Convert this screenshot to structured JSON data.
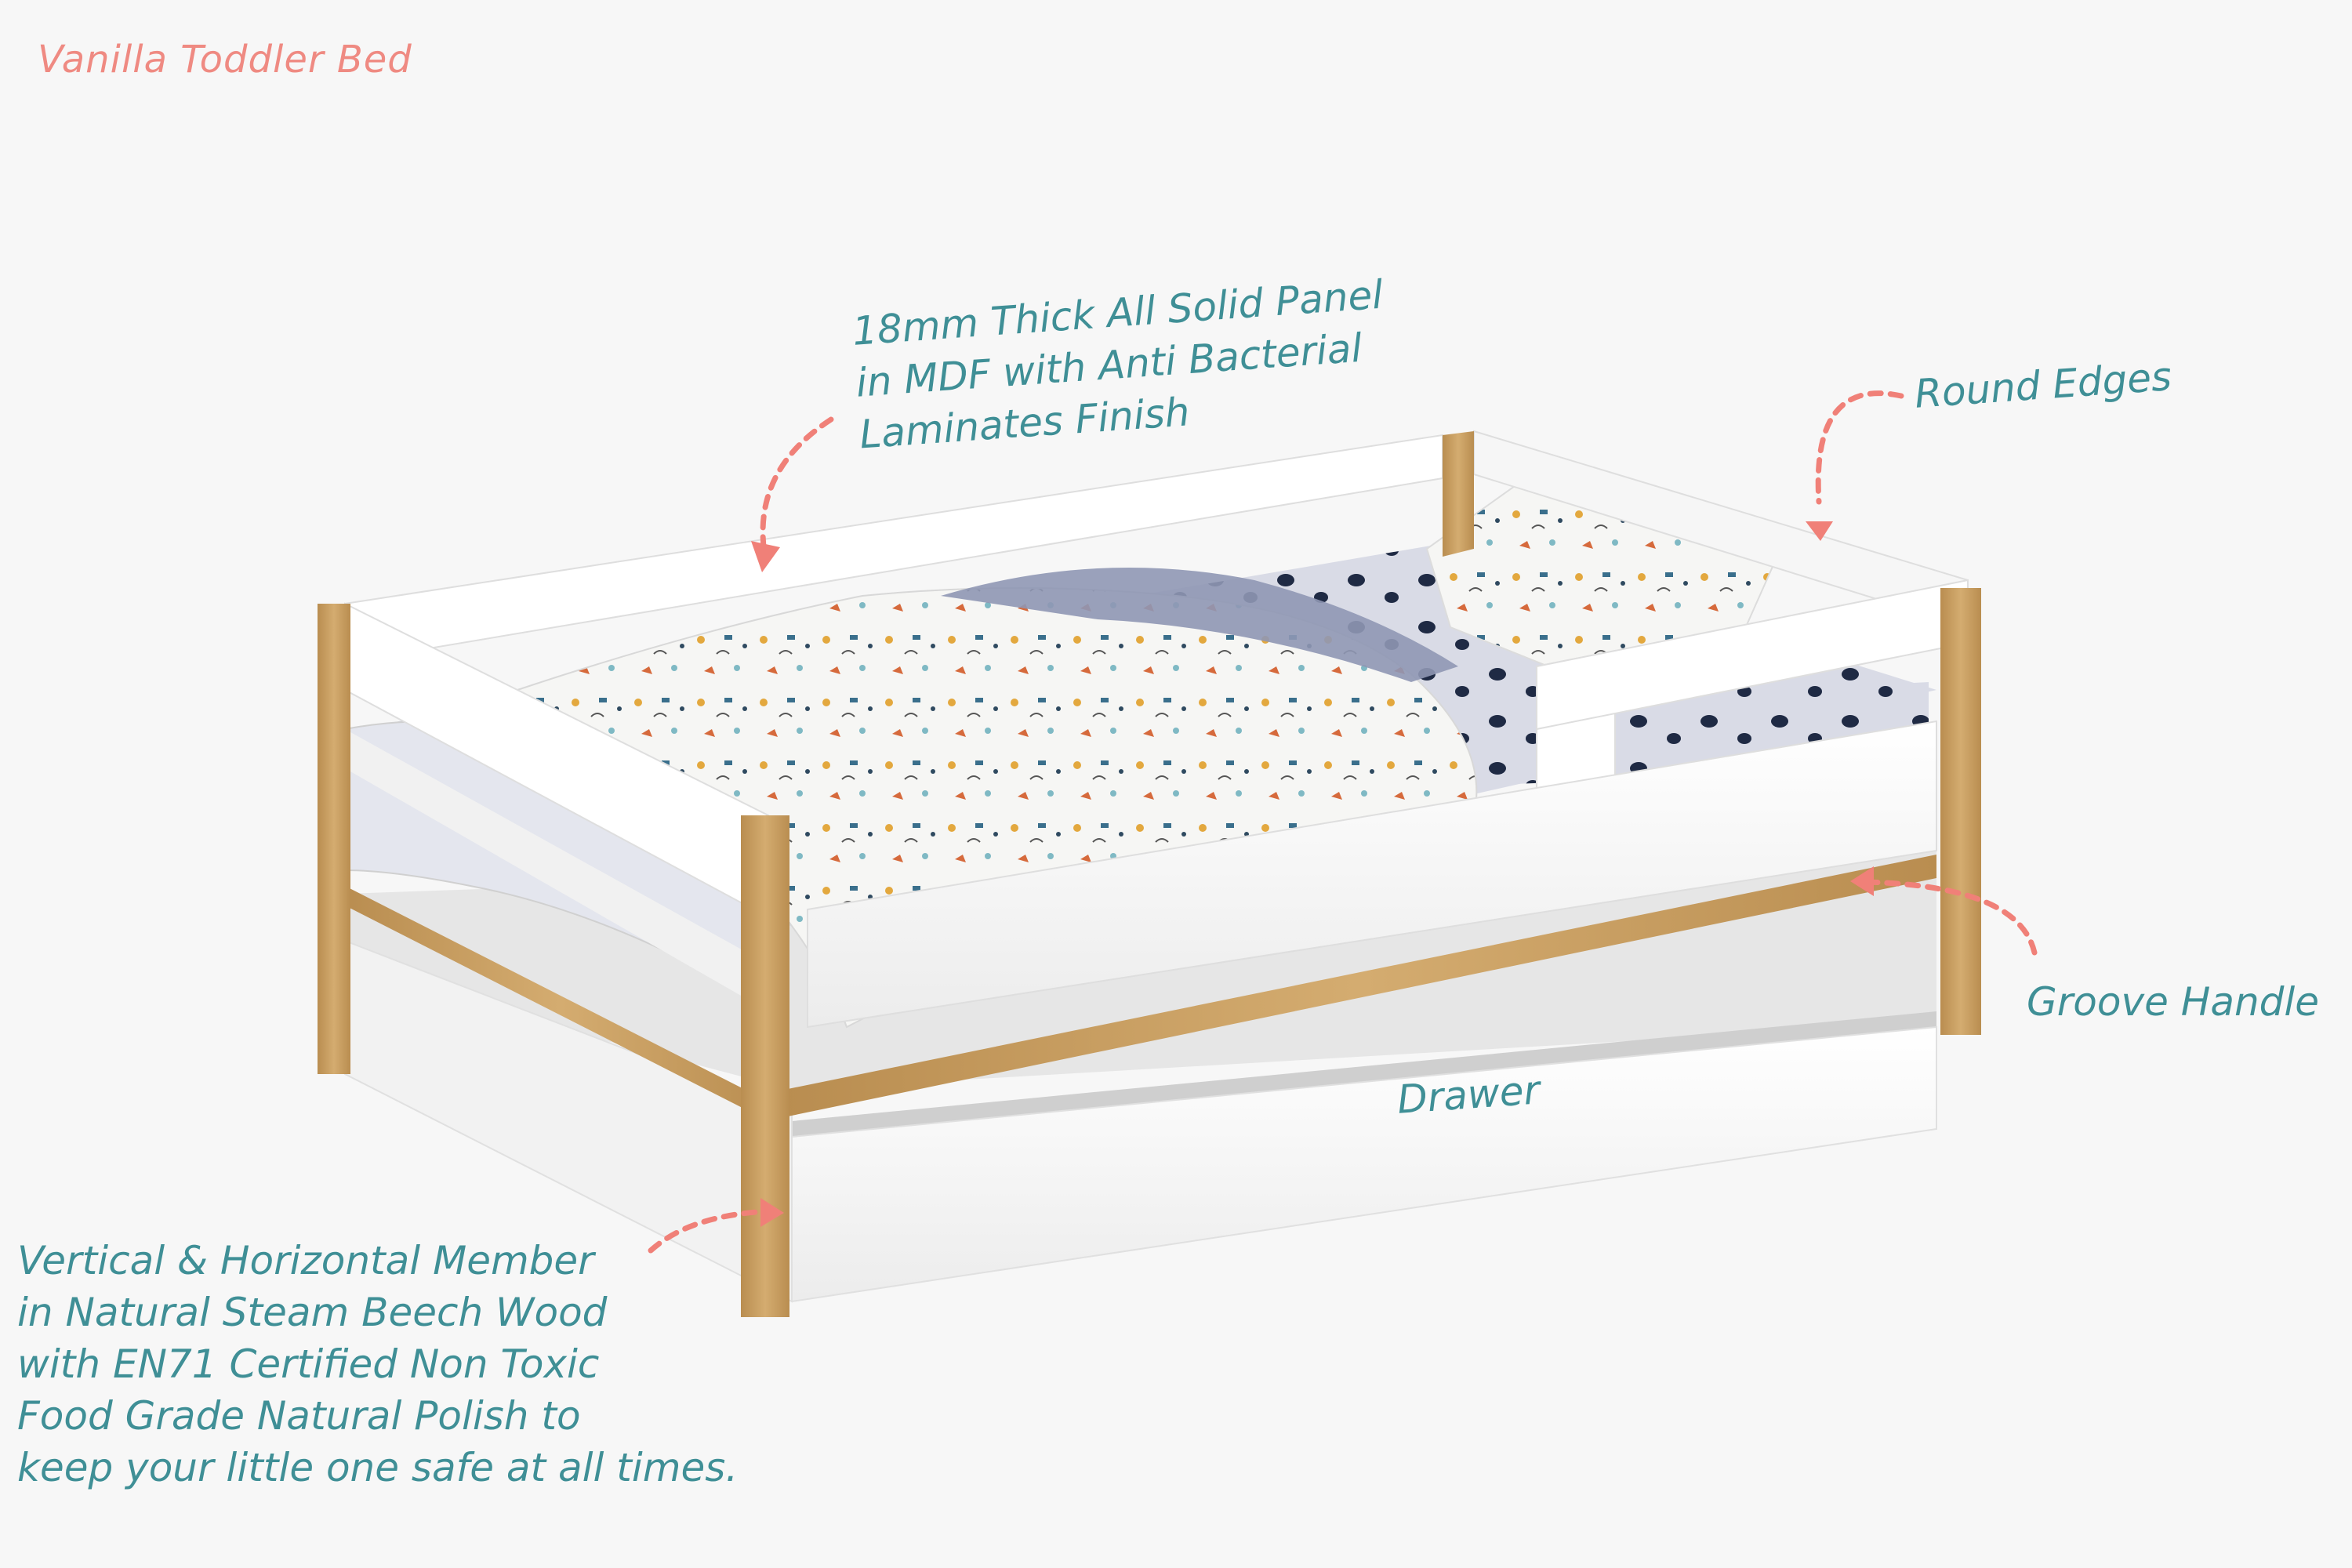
{
  "title": "Vanilla Toddler Bed",
  "callouts": {
    "panel": {
      "lines": [
        "18mm Thick All Solid Panel",
        "in MDF with Anti Bacterial",
        "Laminates Finish"
      ]
    },
    "round_edges": {
      "text": "Round Edges"
    },
    "groove_handle": {
      "text": "Groove Handle"
    },
    "drawer": {
      "text": "Drawer"
    },
    "member": {
      "lines": [
        "Vertical & Horizontal Member",
        "in Natural Steam Beech Wood",
        "with EN71 Certified Non Toxic",
        "Food Grade Natural Polish to",
        "keep your little one safe at all times."
      ]
    }
  },
  "colors": {
    "text_teal": "#3f8f96",
    "title_coral": "#ef8a82",
    "arrow_coral": "#f08078",
    "wood": "#c9a063",
    "panel_white": "#ffffff"
  }
}
